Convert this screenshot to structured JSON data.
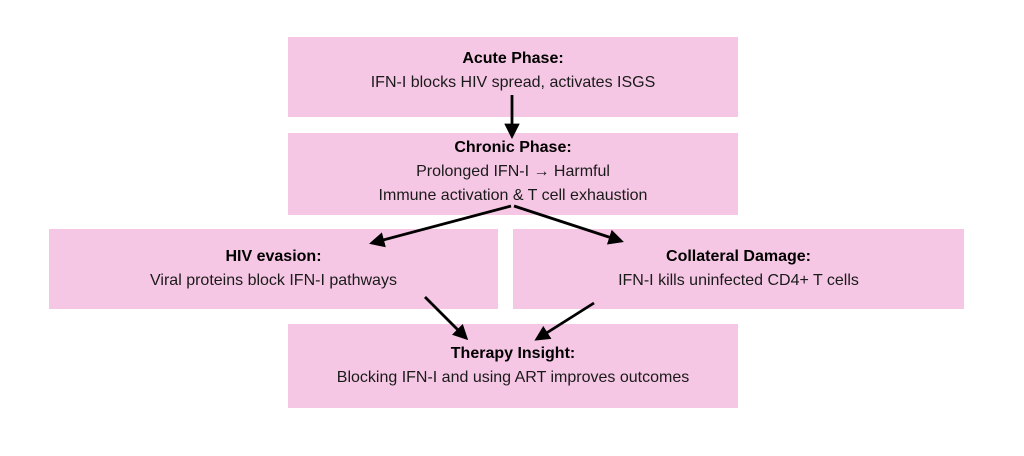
{
  "colors": {
    "box_fill": "#f6c7e4",
    "title_text": "#000000",
    "body_text": "#1a1a1a",
    "arrow": "#000000",
    "background": "#ffffff"
  },
  "boxes": {
    "acute": {
      "title": "Acute Phase:",
      "line1": "IFN-I blocks HIV spread, activates ISGS"
    },
    "chronic": {
      "title": "Chronic Phase:",
      "line1": "Prolonged IFN-I → Harmful",
      "line2": "Immune activation & T cell exhaustion"
    },
    "evasion": {
      "title": "HIV evasion:",
      "line1": "Viral proteins block IFN-I pathways"
    },
    "collateral": {
      "title": "Collateral Damage:",
      "line1": "IFN-I kills uninfected CD4+ T cells"
    },
    "therapy": {
      "title": "Therapy Insight:",
      "line1": "Blocking IFN-I and using ART improves outcomes"
    }
  },
  "flow": [
    {
      "from": "Acute Phase",
      "to": "Chronic Phase"
    },
    {
      "from": "Chronic Phase",
      "to": "HIV evasion"
    },
    {
      "from": "Chronic Phase",
      "to": "Collateral Damage"
    },
    {
      "from": "HIV evasion",
      "to": "Therapy Insight"
    },
    {
      "from": "Collateral Damage",
      "to": "Therapy Insight"
    }
  ]
}
